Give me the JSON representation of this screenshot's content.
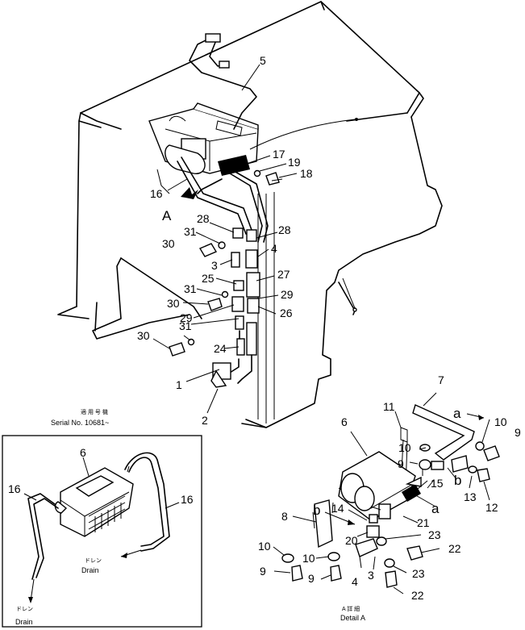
{
  "callouts": {
    "n1": "1",
    "n2": "2",
    "n3": "3",
    "n4": "4",
    "n5": "5",
    "n6": "6",
    "n7": "7",
    "n8": "8",
    "n9": "9",
    "n10": "10",
    "n11": "11",
    "n12": "12",
    "n13": "13",
    "n14": "14",
    "n15": "15",
    "n16": "16",
    "n17": "17",
    "n18": "18",
    "n19": "19",
    "n20": "20",
    "n21": "21",
    "n22": "22",
    "n23": "23",
    "n24": "24",
    "n25": "25",
    "n26": "26",
    "n27": "27",
    "n28": "28",
    "n29": "29",
    "n30": "30",
    "n31": "31"
  },
  "markers": {
    "view_a": "A",
    "a": "a",
    "b": "b"
  },
  "inset": {
    "serial_jp": "適 用 号 機",
    "serial_label": "Serial No. 10681~",
    "drain_jp": "ドレン",
    "drain": "Drain"
  },
  "detail": {
    "title_jp": "A 詳 細",
    "title": "Detail A"
  }
}
